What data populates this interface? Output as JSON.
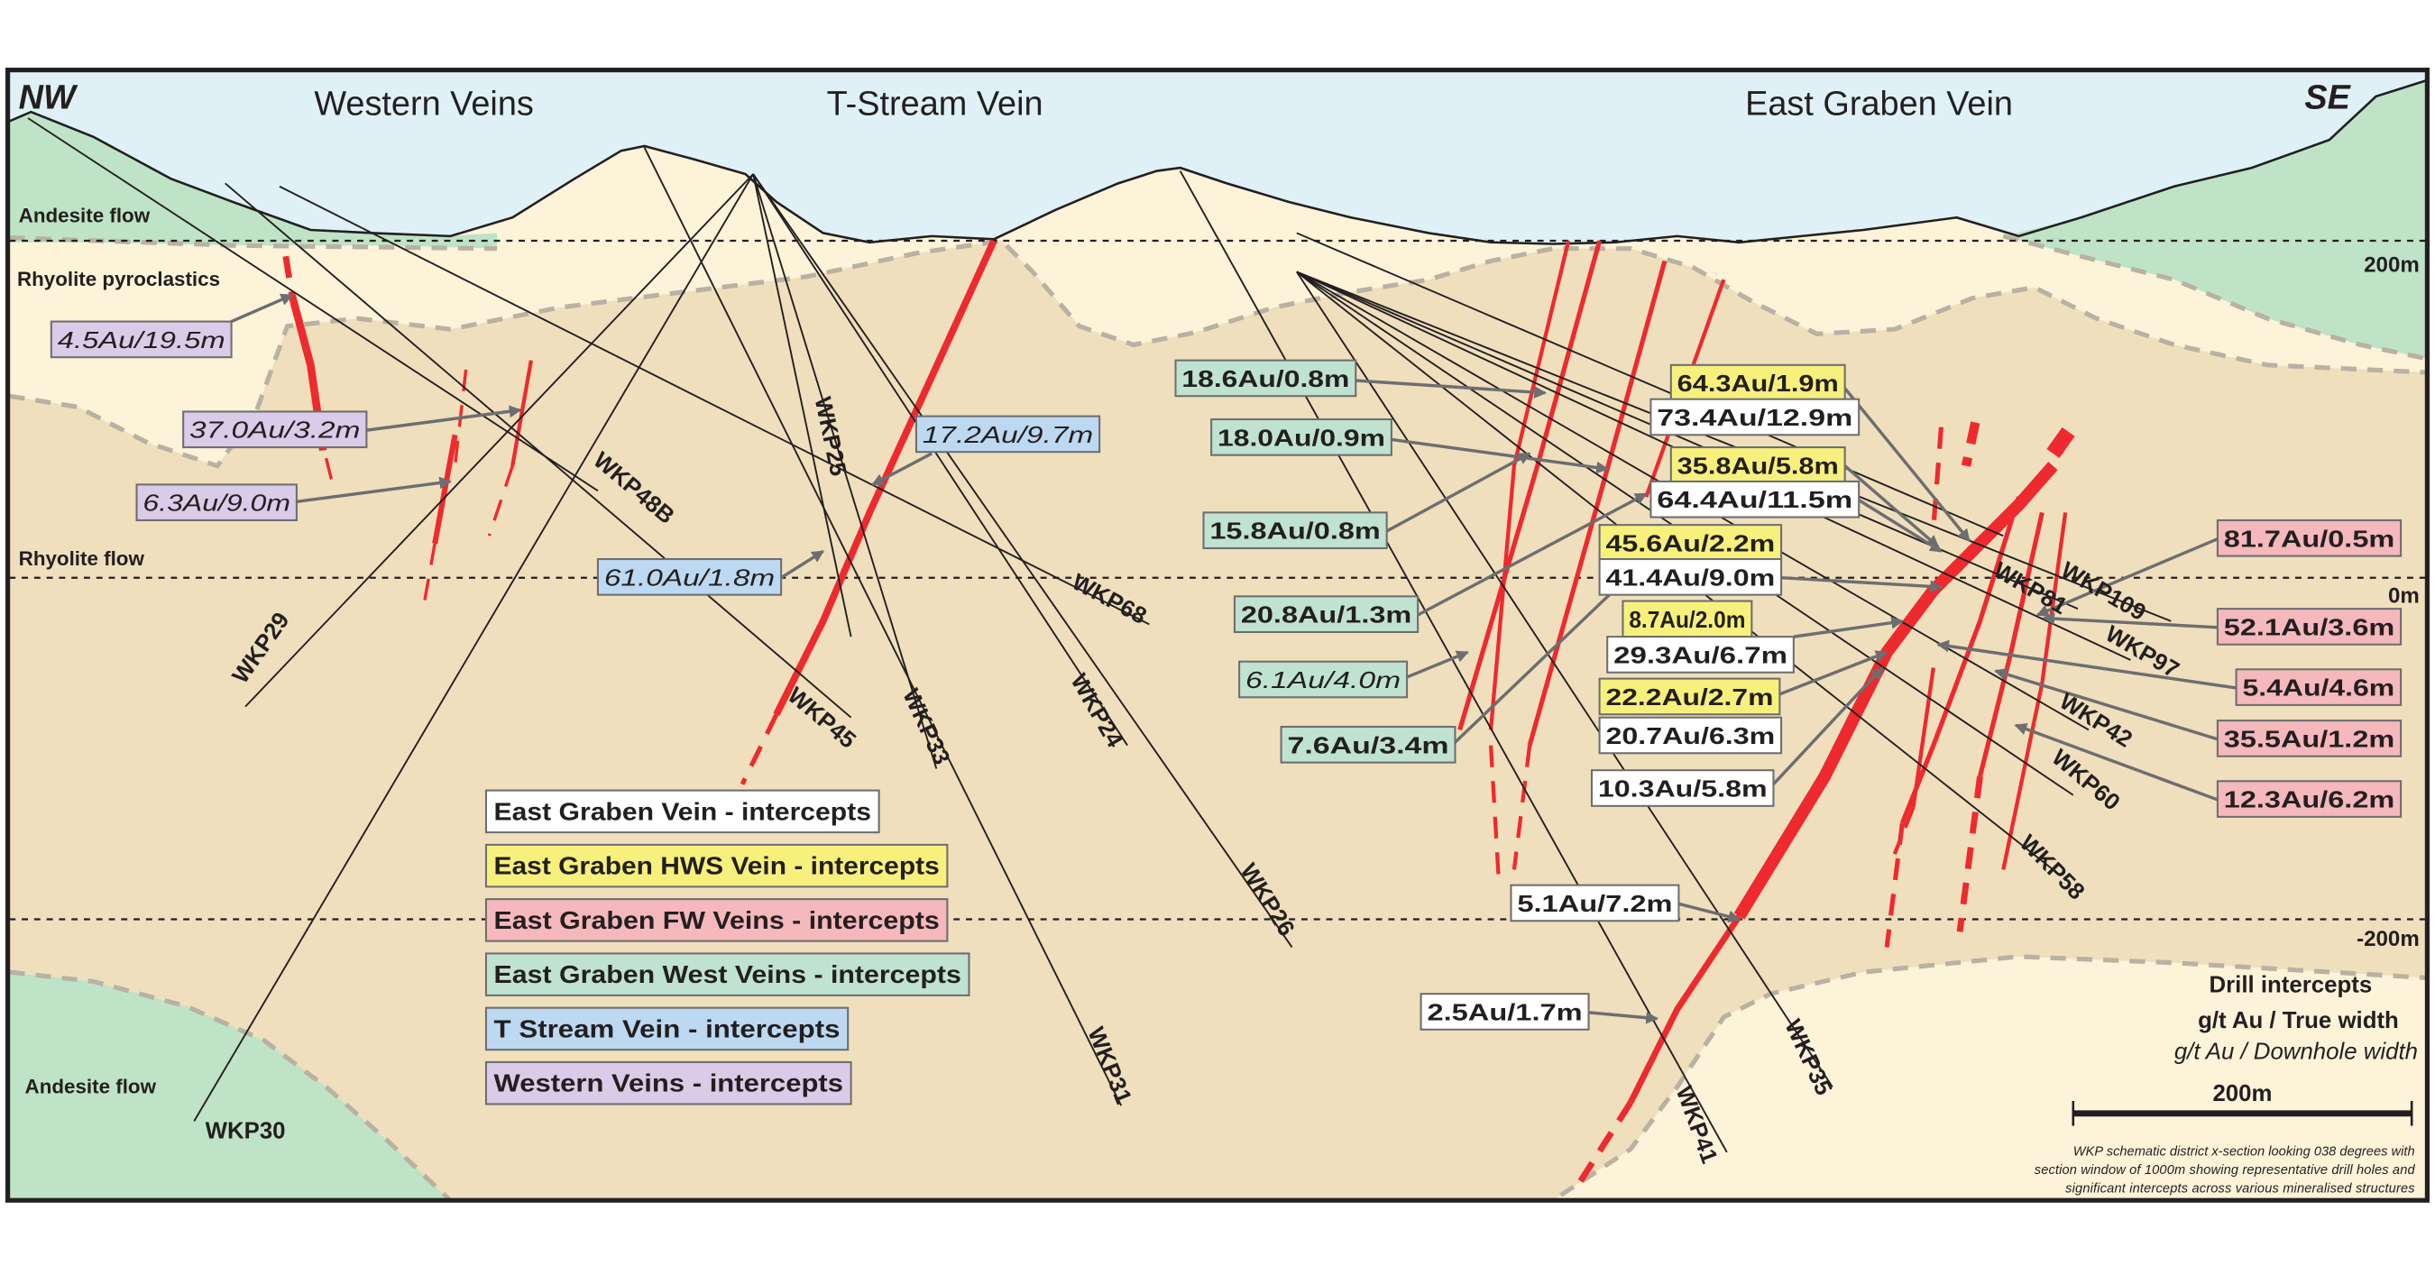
{
  "headers": {
    "nw": "NW",
    "se": "SE",
    "western": "Western Veins",
    "tstream": "T-Stream Vein",
    "eastgraben": "East Graben Vein"
  },
  "rock_units": {
    "andesite_top": "Andesite flow",
    "pyroclastics": "Rhyolite pyroclastics",
    "rhyolite_flow": "Rhyolite flow",
    "andesite_bottom": "Andesite flow"
  },
  "elevations": {
    "top": "200m",
    "mid": "0m",
    "bottom": "-200m"
  },
  "colors": {
    "sky": "#dff1f6",
    "andesite": "#bfe3c6",
    "pyroclastics": "#fcf3d9",
    "rhyolite_flow": "#f0dfbd",
    "vein": "#ee2a2e",
    "east_graben": "#ffffff",
    "hws": "#f8f07c",
    "fw": "#f5b8bc",
    "west_veins": "#bfe3d0",
    "tstream": "#bcd9f1",
    "western": "#dacbe8"
  },
  "intercepts": {
    "western": [
      "4.5Au/19.5m",
      "37.0Au/3.2m",
      "6.3Au/9.0m"
    ],
    "tstream": [
      "17.2Au/9.7m",
      "61.0Au/1.8m"
    ],
    "east_graben_west": [
      "18.6Au/0.8m",
      "18.0Au/0.9m",
      "15.8Au/0.8m",
      "20.8Au/1.3m",
      "6.1Au/4.0m",
      "7.6Au/3.4m"
    ],
    "hws": [
      "64.3Au/1.9m",
      "35.8Au/5.8m",
      "45.6Au/2.2m",
      "8.7Au/2.0m",
      "22.2Au/2.7m"
    ],
    "east_graben": [
      "73.4Au/12.9m",
      "64.4Au/11.5m",
      "41.4Au/9.0m",
      "29.3Au/6.7m",
      "20.7Au/6.3m",
      "10.3Au/5.8m",
      "5.1Au/7.2m",
      "2.5Au/1.7m"
    ],
    "fw": [
      "81.7Au/0.5m",
      "52.1Au/3.6m",
      "5.4Au/4.6m",
      "35.5Au/1.2m",
      "12.3Au/6.2m"
    ]
  },
  "drill_holes": [
    "WKP48B",
    "WKP29",
    "WKP30",
    "WKP45",
    "WKP25",
    "WKP33",
    "WKP24",
    "WKP68",
    "WKP26",
    "WKP31",
    "WKP35",
    "WKP41",
    "WKP109",
    "WKP81",
    "WKP97",
    "WKP42",
    "WKP60",
    "WKP58"
  ],
  "legend": [
    {
      "label": "East Graben Vein - intercepts",
      "color": "#ffffff"
    },
    {
      "label": "East Graben HWS Vein - intercepts",
      "color": "#f8f07c"
    },
    {
      "label": "East Graben FW Veins - intercepts",
      "color": "#f5b8bc"
    },
    {
      "label": "East Graben West Veins - intercepts",
      "color": "#bfe3d0"
    },
    {
      "label": "T Stream Vein - intercepts",
      "color": "#bcd9f1"
    },
    {
      "label": "Western Veins - intercepts",
      "color": "#dacbe8"
    }
  ],
  "key": {
    "title": "Drill intercepts",
    "true_width": "g/t Au / True width",
    "downhole_width": "g/t Au / Downhole width",
    "scale": "200m"
  },
  "note": [
    "WKP schematic district x-section looking 038 degrees with",
    "section window of 1000m showing representative drill holes and",
    "significant intercepts across various mineralised structures"
  ]
}
